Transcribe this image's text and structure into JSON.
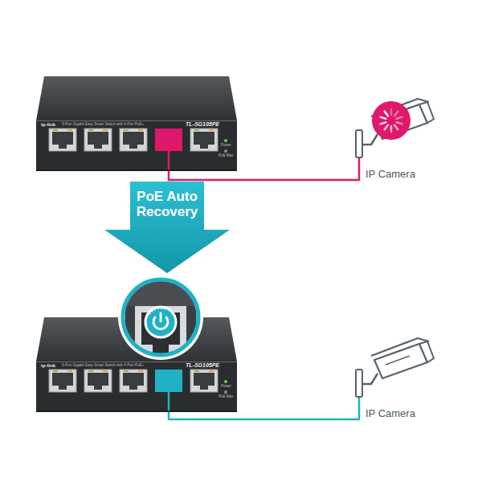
{
  "diagram": {
    "nodes": [
      {
        "text": [
          "tp-link",
          "5-Port Gigabit Easy Smart Switch with 4-Port PoE+",
          "TL-SG105PE",
          "Power",
          "PoE Max"
        ]
      },
      {
        "text": [
          "IP Camera"
        ]
      },
      {
        "text": [
          "PoE Auto Recovery"
        ]
      },
      {
        "text": [
          "tp-link",
          "5-Port Gigabit Easy Smart Switch with 4-Port PoE+",
          "TL-SG105PE",
          "Power",
          "PoE Max"
        ]
      },
      {
        "text": [
          "IP Camera"
        ]
      }
    ],
    "edges": [
      {
        "from": 0,
        "to": 1,
        "arrow": "none"
      },
      {
        "from": 3,
        "to": 4,
        "arrow": "none"
      }
    ]
  }
}
